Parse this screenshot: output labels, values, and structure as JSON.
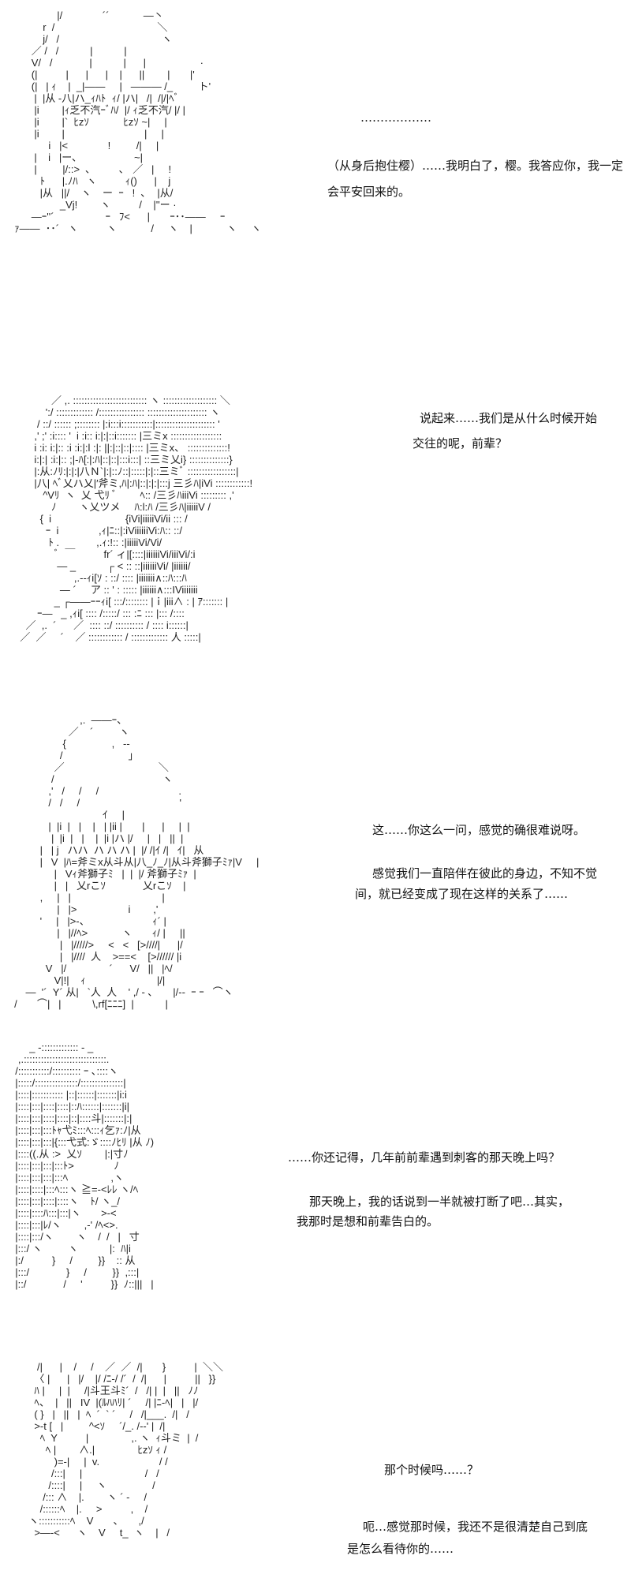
{
  "panels": [
    {
      "art": [
        "                    |/              ´´            ―丶",
        "               r  /                                    ＼",
        "               j/   /                                    ヽ",
        "           ／ /   /           |           |",
        "           V/   /             |           |      |                   ·",
        "           (|          |      |      |    |      ||        |       |'",
        "           (|   | ｨ    |  _|――     |   ――― /_         ト'",
        "            |  |从 -八|ハ_ｨﾊﾄ  ｨ/ |ハ|   /|  /|/|ﾍﾞ",
        "            |i        |ｨ乏不汽ｰﾞﾊ/  |/ ｨ乏不汽/ |/ |",
        "            |i        |`  ﾋzｿ            ﾋzｿ ~|     |",
        "            |i        |                            |     |",
        "                 i   |<              !         /|     |",
        "            |    i   |ー､                    ~|",
        "            |         |/::>  ､          ､   ／   |     !",
        "              ﾄ      |.ﾉﾊ   ヽ          ｨ()      |    j",
        "              |从   ||/    ヽ    ー  ｰ   !  ､    |从/",
        "                     _Vj!        ヽ          /    |''ー ·",
        "           ―ｰ''´                  ｰ   ﾌ<      |       ｰ･･――     ｰ",
        "     ｧ――  ･･´   ヽ          ヽ            /     ヽ    |            ヽ     ヽ"
      ],
      "lines": [
        "………………",
        "（从身后抱住樱）……我明白了，樱。我答应你，我一定",
        "会平安回来的。"
      ]
    },
    {
      "art": [
        "                  ／ ,. :::::::::::::::::::::::::: ヽ ::::::::::::::::::: ＼",
        "                ':/ ::::::::::::: /:::::::::::::::: ::::::::::::::::::::: ヽ",
        "             / ::/ :::::: ;:::::::: |:i:::i:::::::::::|::::::::::::::::::::: '",
        "            ,' ;' :i:::: '  i :i:: i:|:|::i::::::: |三ミx ::::::::::::::::::",
        "            i :i: i:|:: :i :i:|:l :|: ||:|::|::|:::: |三ミx、 ::::::::::::::!",
        "            i:|:| :i:|:: ;|-ﾊ[:|:ﾊ|::|::|:::i:::| ::三ミ乂i} ::::::::::::::}",
        "            |:从:ﾉﾘ:|:|:|八Ｎ`|:|::ﾉ::|:::::|:|::三ミﾞ :::::::::::::::::|",
        "            |八| ﾍﾞ乂ハ乂|′斧ミ,ﾊ|:ﾊ|::|:|:|:::j 三彡ﾊ|iVi ::::::::::::!",
        "               ^Vﾘ  ヽ  乂 弋ﾘ ﾞ        ﾍ:: /三彡ﾊiiiVi ::::::::: ,'",
        "                  ﾉ        ヽ乂ツメ     ﾊ:l:ﾊ /三彡ﾊ|iiiiiV /",
        "              {  i                          {iVi|iiiiiVi/ii ::: /",
        "                ｰ  i              ,ｨ|ﾆ::|:iViiiiiiVi:ﾊ:: ::/",
        "                 ﾄ .             ,.ｨ:!:: :|iiiiiVi/Vi/",
        "                   ﾞ  ￣          fr´ ィ|[::::|iiiiiiVi/iiiVi/:i",
        "                    ― _           ┌ < :: ::|iiiiiiVi/ |iiiiii/",
        "                          ,.--ｨi[ｿ : ::/ :::: |iiiiiii∧::ﾊ:::ﾊ",
        "                     ― ´     ア :: ' : ::::: |iiiiii∧:::IViiiiiii",
        "                   _ ┌――ｰｰｨi[ :::/:::::::: |ｉ|iii∧ : | ｱ::::::: |",
        "             ｰ―   _ ,ｨi[ :::: /:::::/ ::: :ﾆ ::: |::: /::::",
        "         ／  ,.  ´      ／  :::: ::/ :::::::::: / :::: i::::::|",
        "       ／  ／     ´    ／ :::::::::::: / ::::::::::::: 人 :::::|"
      ],
      "lines": [
        "说起来……我们是从什么时候开始",
        "交往的呢，前辈？"
      ]
    },
    {
      "art": [
        "                            ,.  ――ｰ、",
        "                        ／    ´         ヽ",
        "                      {                ,   -‐",
        "                     /                       」",
        "                   ／                                 ＼",
        "                  /                                      ヽ",
        "                 ,'   /     /     /                            .",
        "                 /   /     /                                   '",
        "                                    ｲ     |",
        "                 |  |i  |   |    |   | |ii |       |      |     |  |",
        "                  |  |i  |   |    |  |i |ハ |/     |   |   ||  |",
        "              |   | j   ハハ  ハ ハ ハ |  |/ /|ｲ /|   ｲ|   从",
        "              |   V  |ﾊ=斧ミx从斗从|八_ﾉ_ﾉ|从斗斧獅子ﾐｧ|V     |",
        "                   |   Vｨ斧獅子ﾐ   |  |  |/ 斧獅子ﾐｧ  |",
        "                   |   |   乂rこｿ             乂rこｿ    |",
        "              ,     |   |                                |",
        "                    |   |>                  i        ,'",
        "              '     |   |>-、                      ｨ´ |",
        "                    |   |//ﾍ>            ヽ       ｨ/ |     ||",
        "                     |   |/////>     <   <   [>////|      |/",
        "                     |   |////  人    >==<    [>////// |i",
        "                V   |/               ´      V/   ||   |ﾍ/",
        "                   V|!|    ｨ                         |/|",
        "         ―  '´  Y´ 从|   `人  人    ' ,/ - ､       |/--  ｰ ｰ   ⌒ヽ",
        "     /       ⌒|   |           \\,rf[ﾆﾆﾆ]  |           |"
      ],
      "lines": [
        "这……你这么一问，感觉的确很难说呀。",
        "感觉我们一直陪伴在彼此的身边，不知不觉",
        "间，就已经变成了现在这样的关系了……"
      ]
    },
    {
      "art": [
        "       _ -::::::::::::: - _",
        "   ,.:::::::::::::::::::::::::::::.",
        "  /:::::::::::/:::::::::: ｰ ､::::ヽ",
        "  |:::::/:::::::::::::::/:::::::::::::::|",
        "  |::::|::::::::::: |::|::::::|:::::::|i:i",
        "  |::::|:::|::::|::::|::ﾊ::::::|:::::::|i|",
        "  |::::|:::|::::|::::|::|::::斗|:::::::|:|",
        "  |::::|:::|:::ﾄｬ弋ﾐ:::ﾍ:::ｨ乞ｧ:ﾉ|从",
        "  |::::|:::|:::|{:::弋式:ゞ::::ﾉﾋﾘ |从 ﾉ)",
        "  |::::((.从 :>  乂ｿ        |:|寸ﾉ",
        "  |::::|:::|:::|:::ﾄ>              ﾉ",
        "  |::::|:::|:::|:::ﾍ               ,ヽ",
        "  |::::|::::|:::ﾍ:::ヽ ≧=-<ﾚﾚ ヽ/ﾍ",
        "  |::::|:::|::::|::::ヽ    ﾄ/ ヽ_/",
        "  |::::|::::ﾊ:::|:::|ヽ       >-<",
        "  |::::|:::|ﾚ/ヽ        ,-' /ﾍ<>.",
        "  |::::|:::/ヽ        ヽ    /  /   |   寸",
        "  |:::/ ヽ         ヽ           |:  ﾊ|i",
        "  |:/          }     /         }}    :: 从",
        "  |:::/             }     /         }}  ,:::|",
        "  |::/             /     '          }}  ﾉ::|||   |"
      ],
      "lines": [
        "……你还记得，几年前前辈遇到刺客的那天晚上吗？",
        "那天晚上，我的话说到一半就被打断了吧…其实，",
        "我那时是想和前辈告白的。"
      ]
    },
    {
      "art": [
        "             /|      |    /     /    ／  ／  /|       }          |  ＼＼",
        "            〈 |      |   |/    |/ /ﾆ-/ /´  /  /|      |          ||   }}",
        "            ﾊ |     |  |     /|斗王斗ﾐ´  /   /| |  |   ||   ﾉﾉ",
        "            ﾍ、  |   ||   IV  |(ﾙﾊﾊﾘ| ´     /| |ﾆ‐ﾍ|   |   |/",
        "            ( }   |   ||   |  ﾍ  ´  ` ´     /   /|___.  /|   /",
        "            >-t [   |         ^<ｿ     ´/_. /-‐' |  /|",
        "              ﾍ  Y          |               ,. ヽ  ｨ斗ミ  |  /",
        "                ﾍ |        ∧.|               ﾋzｿ ｨ /",
        "                   )=-|     |  v.                     / /",
        "                  /:::|     |                      /   /",
        "                 /::::|     |     ヽ                /",
        "               /::: ∧    |.        ヽ ´ -     /",
        "              /::::::ﾍ    |.     >          ,    /",
        "          ヽ:::::::::::ﾍ    V       ､       ,/",
        "            >―‐<      ヽ    V     t_  ヽ    |   /"
      ],
      "lines": [
        "那个时候吗……？",
        "呃…感觉那时候，我还不是很清楚自己到底",
        "是怎么看待你的……"
      ]
    }
  ]
}
